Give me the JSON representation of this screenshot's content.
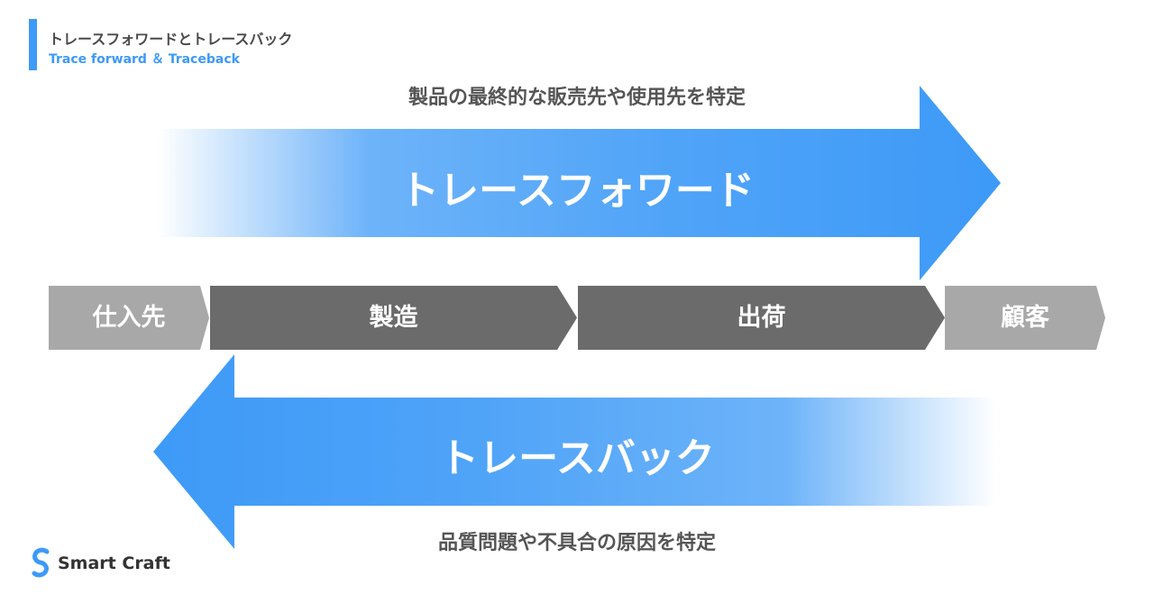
{
  "header": {
    "title": "トレースフォワードとトレースバック",
    "subtitle": "Trace forward ＆ Traceback"
  },
  "forward": {
    "caption": "製品の最終的な販売先や使用先を特定",
    "label": "トレースフォワード"
  },
  "backward": {
    "caption": "品質問題や不具合の原因を特定",
    "label": "トレースバック"
  },
  "steps": [
    {
      "label": "仕入先"
    },
    {
      "label": "製造"
    },
    {
      "label": "出荷"
    },
    {
      "label": "顧客"
    }
  ],
  "brand": {
    "name": "Smart Craft"
  },
  "colors": {
    "accent": "#3d9af7",
    "step_light": "#a8a8a8",
    "step_dark": "#6b6b6b"
  }
}
